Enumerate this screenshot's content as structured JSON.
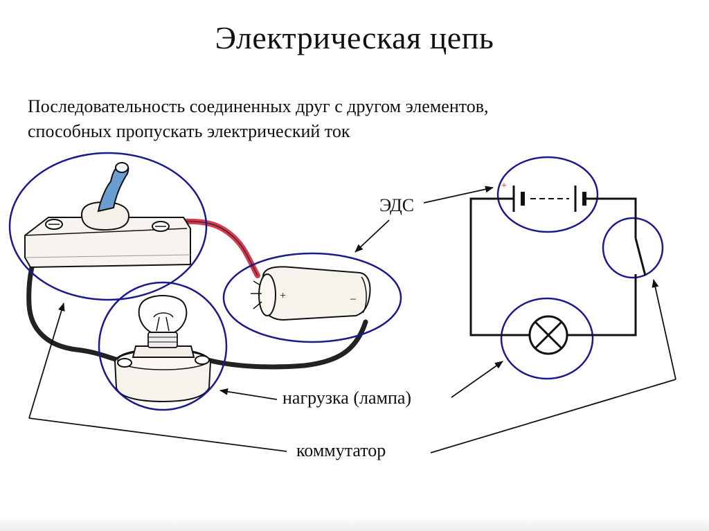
{
  "slide": {
    "title": "Электрическая цепь",
    "definition_lines": [
      "Последовательность соединенных друг с другом элементов,",
      "способных пропускать электрический ток"
    ]
  },
  "labels": {
    "emf": "ЭДС",
    "load": "нагрузка (лампа)",
    "switch": "коммутатор"
  },
  "symbols": {
    "battery_plus": "+",
    "battery_minus": "–",
    "source_plus": "+"
  },
  "colors": {
    "circle_outline": "#1a1a8c",
    "wire_red": "#d63a4e",
    "switch_lever": "#5b8ec6"
  }
}
